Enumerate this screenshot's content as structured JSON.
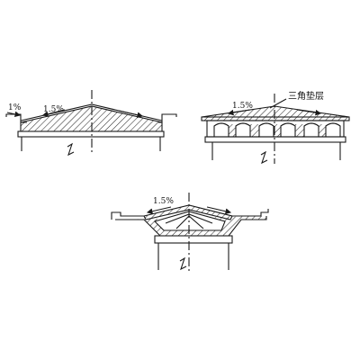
{
  "colors": {
    "line": "#1a1a1a",
    "hatch": "#2a2a2a",
    "background": "#ffffff"
  },
  "figure_top_left": {
    "slope_edge": "1%",
    "slope_deck": "1.5%"
  },
  "figure_top_right": {
    "slope_deck": "1.5%",
    "layer_label": "三角垫层"
  },
  "figure_bottom": {
    "slope_deck": "1.5%"
  }
}
